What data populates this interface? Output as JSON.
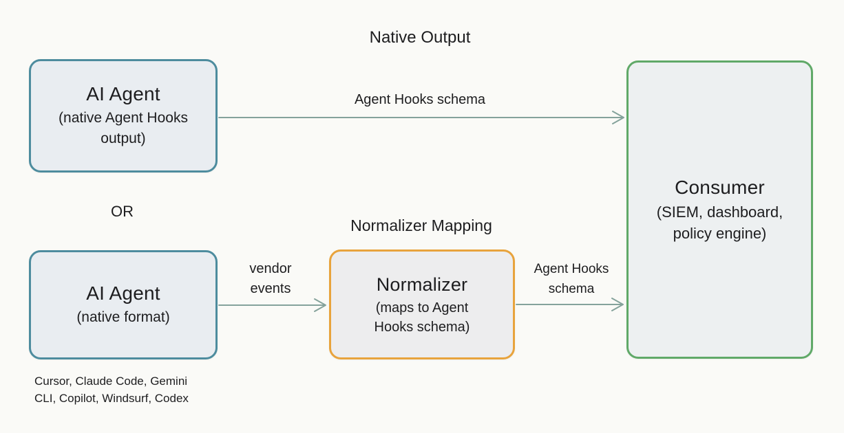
{
  "diagram": {
    "titles": {
      "native_output": "Native Output",
      "normalizer_mapping": "Normalizer Mapping",
      "or_label": "OR"
    },
    "nodes": {
      "ai_agent_native": {
        "title": "AI Agent",
        "subtitle": "(native Agent Hooks output)"
      },
      "ai_agent_vendor": {
        "title": "AI Agent",
        "subtitle": "(native format)"
      },
      "normalizer": {
        "title": "Normalizer",
        "subtitle": "(maps to Agent Hooks schema)"
      },
      "consumer": {
        "title": "Consumer",
        "subtitle": "(SIEM, dashboard, policy engine)"
      }
    },
    "edges": {
      "native_schema_label": "Agent Hooks schema",
      "vendor_events_label": "vendor events",
      "normalized_schema_label": "Agent Hooks schema"
    },
    "caption": "Cursor, Claude Code, Gemini CLI, Copilot, Windsurf, Codex",
    "colors": {
      "background": "#fafaf7",
      "agent_border": "#4d8c9e",
      "agent_fill": "#e9edf1",
      "normalizer_border": "#e8a33c",
      "normalizer_fill": "#ededee",
      "consumer_border": "#60a968",
      "consumer_fill": "#edf0f1",
      "arrow": "#84a29b",
      "text": "#1d1d1f"
    }
  }
}
